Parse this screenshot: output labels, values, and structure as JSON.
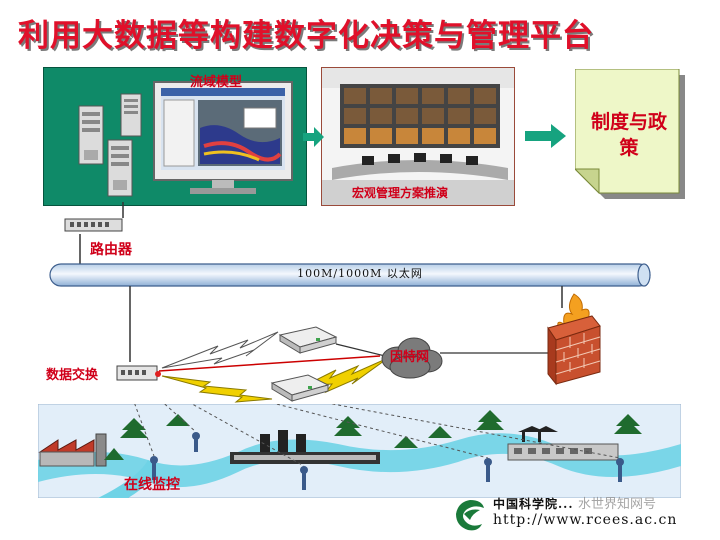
{
  "title": "利用大数据等构建数字化决策与管理平台",
  "labels": {
    "basin_model": "流域模型",
    "macro_plan": "宏观管理方案推演",
    "policy": "制度与政策",
    "router": "路由器",
    "ethernet": "100M/1000M 以太网",
    "data_switch": "数据交换",
    "internet": "因特网",
    "online_monitor": "在线监控"
  },
  "footer": {
    "org": "中国科学院...",
    "url": "http://www.rcees.ac.cn",
    "watermark": "水世界知网号"
  },
  "colors": {
    "title_red": "#e0102a",
    "label_red": "#d0001a",
    "panel_green": "#0f8a68",
    "policy_fill": "#eef7c8",
    "arrow_green": "#16a37f",
    "river": "#6fd3e6",
    "landscape_bg": "#e2eef9",
    "lightning": "#f0d000",
    "tree": "#1f6b2e"
  }
}
